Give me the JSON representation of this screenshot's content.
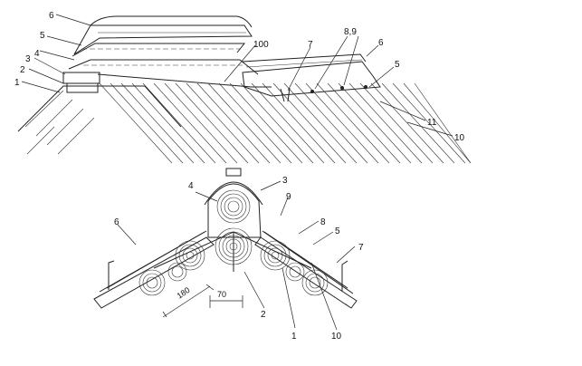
{
  "labels": {
    "top": [
      "6",
      "5",
      "4",
      "3",
      "2",
      "1",
      "100",
      "7",
      "8,9",
      "6",
      "5",
      "11",
      "10"
    ],
    "bottom": [
      "4",
      "3",
      "9",
      "8",
      "5",
      "7",
      "6",
      "180",
      "70",
      "2",
      "1",
      "10"
    ]
  }
}
